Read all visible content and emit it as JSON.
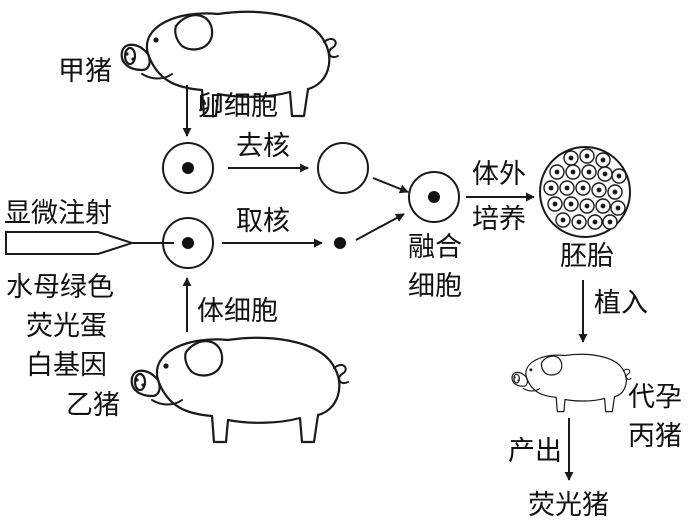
{
  "labels": {
    "pig_a": "甲猪",
    "egg_cell": "卵细胞",
    "enucleate": "去核",
    "microinjection": "显微注射",
    "gene_line1": "水母绿色",
    "gene_line2": "荧光蛋",
    "gene_line3": "白基因",
    "take_nucleus": "取核",
    "body_cell": "体细胞",
    "pig_b": "乙猪",
    "in_vitro_1": "体外",
    "in_vitro_2": "培养",
    "fused_1": "融合",
    "fused_2": "细胞",
    "embryo": "胚胎",
    "implant": "植入",
    "surrogate_1": "代孕",
    "surrogate_2": "丙猪",
    "produce": "产出",
    "result": "荧光猪"
  }
}
